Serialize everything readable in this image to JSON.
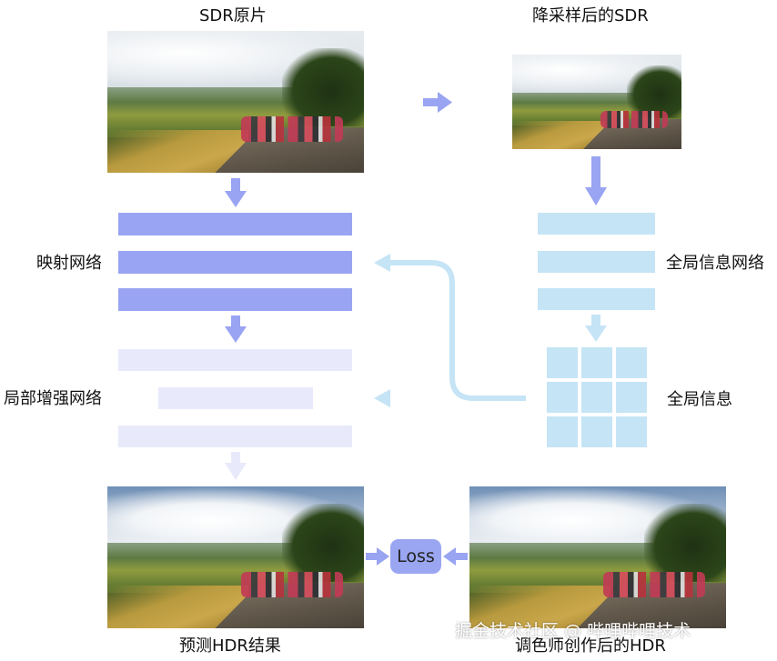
{
  "labels": {
    "sdr_original": "SDR原片",
    "sdr_downsampled": "降采样后的SDR",
    "mapping_network": "映射网络",
    "global_info_network": "全局信息网络",
    "local_enhance_network": "局部增强网络",
    "global_info": "全局信息",
    "predicted_hdr": "预测HDR结果",
    "graded_hdr": "调色师创作后的HDR",
    "loss": "Loss"
  },
  "watermark": "掘金技术社区 @ 哔哩哔哩技术",
  "colors": {
    "mapping_bars": "#99a4f2",
    "local_bars": "#e8eafb",
    "global_bars": "#c5e4f6",
    "arrow_blue": "#99a4f2",
    "arrow_light": "#c5e4f6",
    "loss_box": "#9aa6f2"
  }
}
